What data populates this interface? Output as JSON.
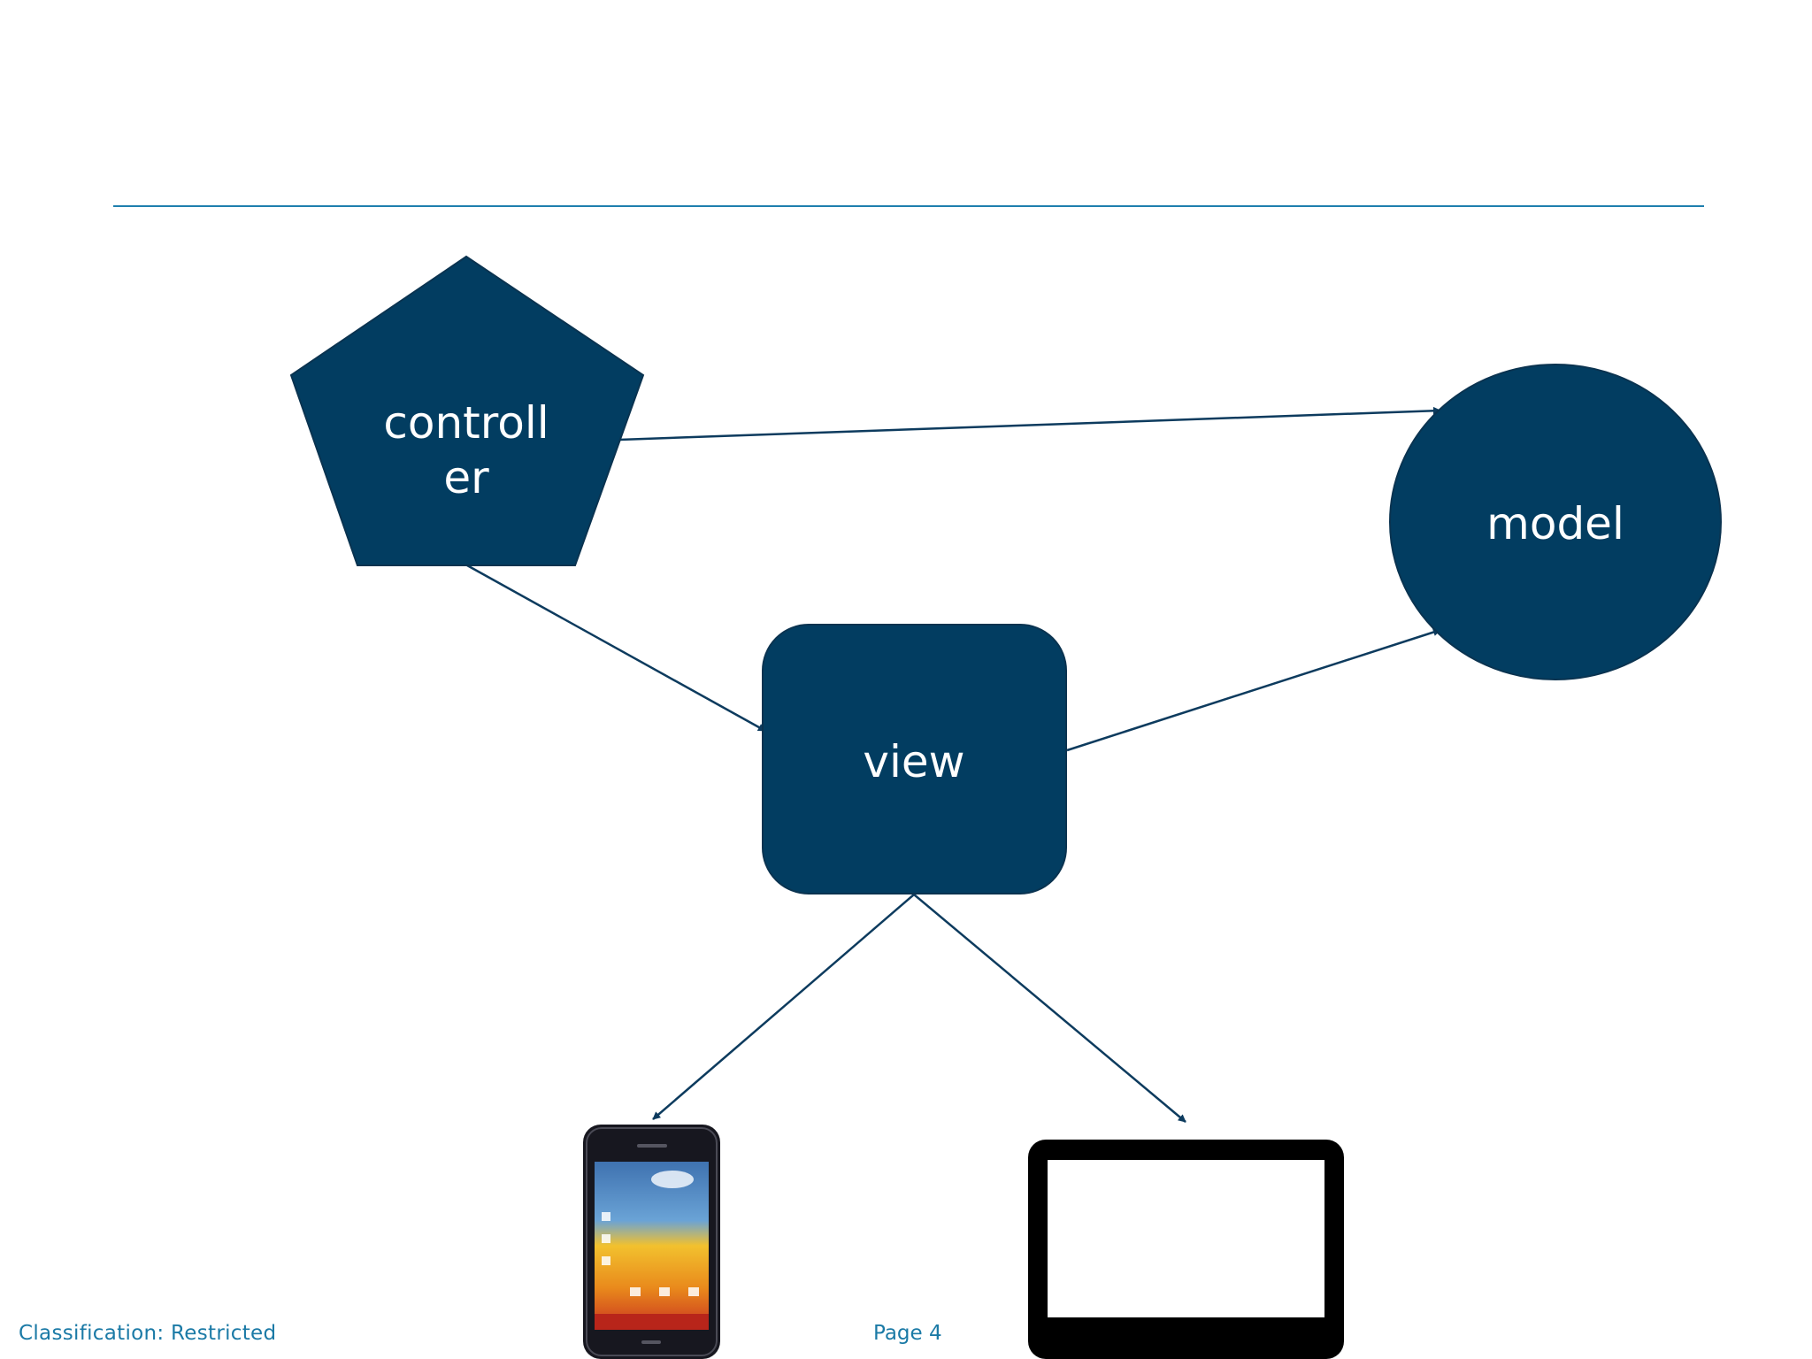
{
  "diagram": {
    "nodes": {
      "controller": {
        "label_line1": "controll",
        "label_line2": "er",
        "shape": "pentagon"
      },
      "model": {
        "label": "model",
        "shape": "circle"
      },
      "view": {
        "label": "view",
        "shape": "rounded-rectangle"
      },
      "phone": {
        "icon": "smartphone-icon"
      },
      "monitor": {
        "icon": "monitor-icon"
      }
    },
    "edges": [
      {
        "from": "controller",
        "to": "model"
      },
      {
        "from": "controller",
        "to": "view"
      },
      {
        "from": "view",
        "to": "model"
      },
      {
        "from": "view",
        "to": "phone"
      },
      {
        "from": "view",
        "to": "monitor"
      }
    ],
    "colors": {
      "node_fill": "#023d61",
      "edge": "#0d3b5e",
      "rule": "#1f7fae",
      "footer": "#1b7aa6"
    }
  },
  "footer": {
    "classification": "Classification: Restricted",
    "page": "Page 4"
  }
}
